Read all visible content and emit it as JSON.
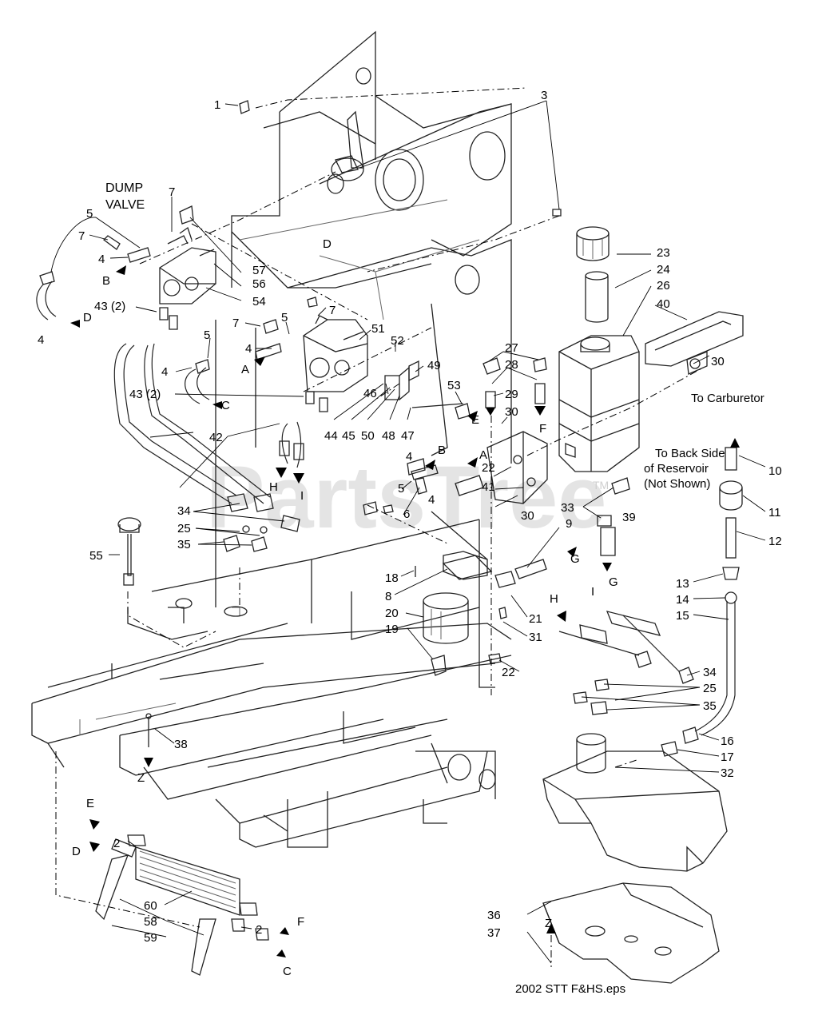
{
  "watermark": {
    "text": "PartsTree",
    "tm": "TM"
  },
  "file_label": "2002 STT F&HS.eps",
  "notes": {
    "dump_valve": [
      "DUMP",
      "VALVE"
    ],
    "to_carburetor": "To Carburetor",
    "back_side": [
      "To Back Side",
      "of Reservoir",
      "(Not Shown)"
    ]
  },
  "callouts": [
    "1",
    "3",
    "7",
    "5",
    "7",
    "4",
    "B",
    "4",
    "D",
    "43 (2)",
    "57",
    "56",
    "54",
    "D",
    "7",
    "5",
    "5",
    "7",
    "4",
    "A",
    "4",
    "C",
    "43 (2)",
    "51",
    "52",
    "46",
    "49",
    "53",
    "E",
    "44",
    "45",
    "50",
    "48",
    "47",
    "27",
    "28",
    "29",
    "F",
    "30",
    "23",
    "24",
    "26",
    "40",
    "30",
    "42",
    "H",
    "I",
    "4",
    "B",
    "A",
    "5",
    "4",
    "6",
    "22",
    "41",
    "30",
    "33",
    "39",
    "9",
    "G",
    "G",
    "10",
    "11",
    "12",
    "13",
    "14",
    "15",
    "34",
    "25",
    "35",
    "55",
    "18",
    "8",
    "20",
    "19",
    "21",
    "31",
    "22",
    "H",
    "I",
    "34",
    "25",
    "35",
    "38",
    "Z",
    "16",
    "17",
    "32",
    "E",
    "2",
    "D",
    "60",
    "58",
    "59",
    "2",
    "F",
    "C",
    "36",
    "37",
    "Z"
  ]
}
